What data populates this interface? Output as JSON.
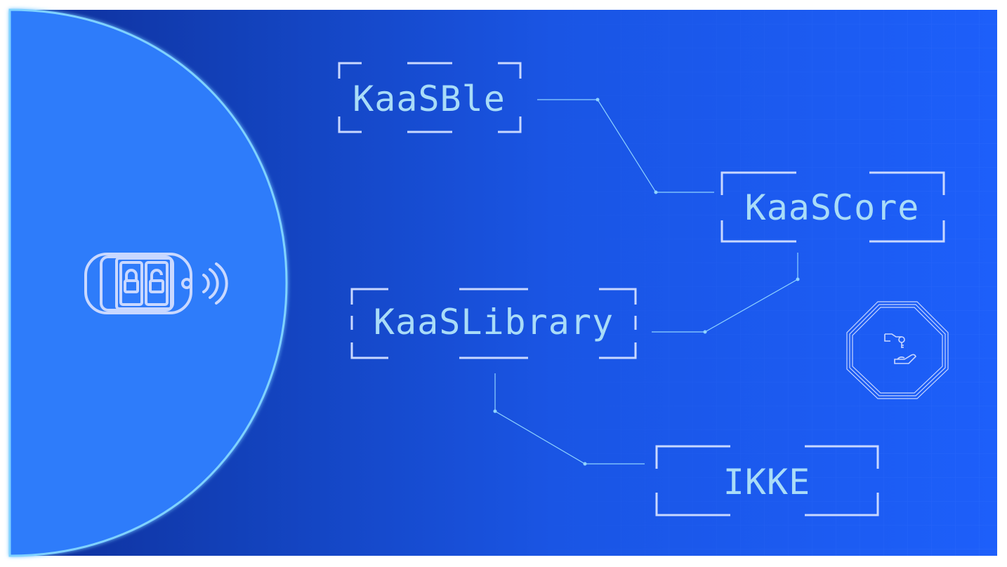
{
  "diagram": {
    "nodes": [
      {
        "id": "kaasble",
        "label": "KaaSBle"
      },
      {
        "id": "kaascore",
        "label": "KaaSCore"
      },
      {
        "id": "kaaslibrary",
        "label": "KaaSLibrary"
      },
      {
        "id": "ikke",
        "label": "IKKE"
      }
    ],
    "edges": [
      {
        "from": "kaasble",
        "to": "kaascore"
      },
      {
        "from": "kaascore",
        "to": "kaaslibrary"
      },
      {
        "from": "kaaslibrary",
        "to": "ikke"
      }
    ]
  },
  "icons": {
    "key_fob": "car-key-fob-lock-unlock-icon",
    "signal": "wireless-signal-icon",
    "handover": "key-handover-octagon-icon"
  },
  "colors": {
    "panel_bg": "#1b5cf7",
    "panel_dark": "#0f2f9a",
    "circle_fill": "#2f7bfa",
    "circle_stroke": "#7fd2ff",
    "line": "#8fd3ff",
    "bracket": "#c9d8ff",
    "text": "#a9dcf8"
  }
}
